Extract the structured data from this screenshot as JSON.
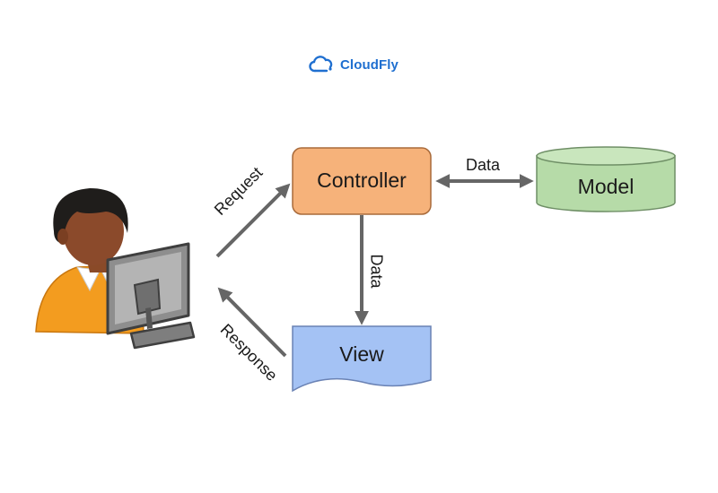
{
  "brand": {
    "name": "CloudFly",
    "icon": "cloud-icon",
    "color": "#1f6fd0"
  },
  "nodes": {
    "controller": {
      "label": "Controller",
      "color": "#f6b27a"
    },
    "model": {
      "label": "Model",
      "color": "#b6dba8"
    },
    "view": {
      "label": "View",
      "color": "#a4c2f4"
    },
    "user": {
      "icon": "user-at-computer-icon"
    }
  },
  "edges": {
    "request": "Request",
    "response": "Response",
    "controller_model": "Data",
    "controller_view": "Data"
  }
}
